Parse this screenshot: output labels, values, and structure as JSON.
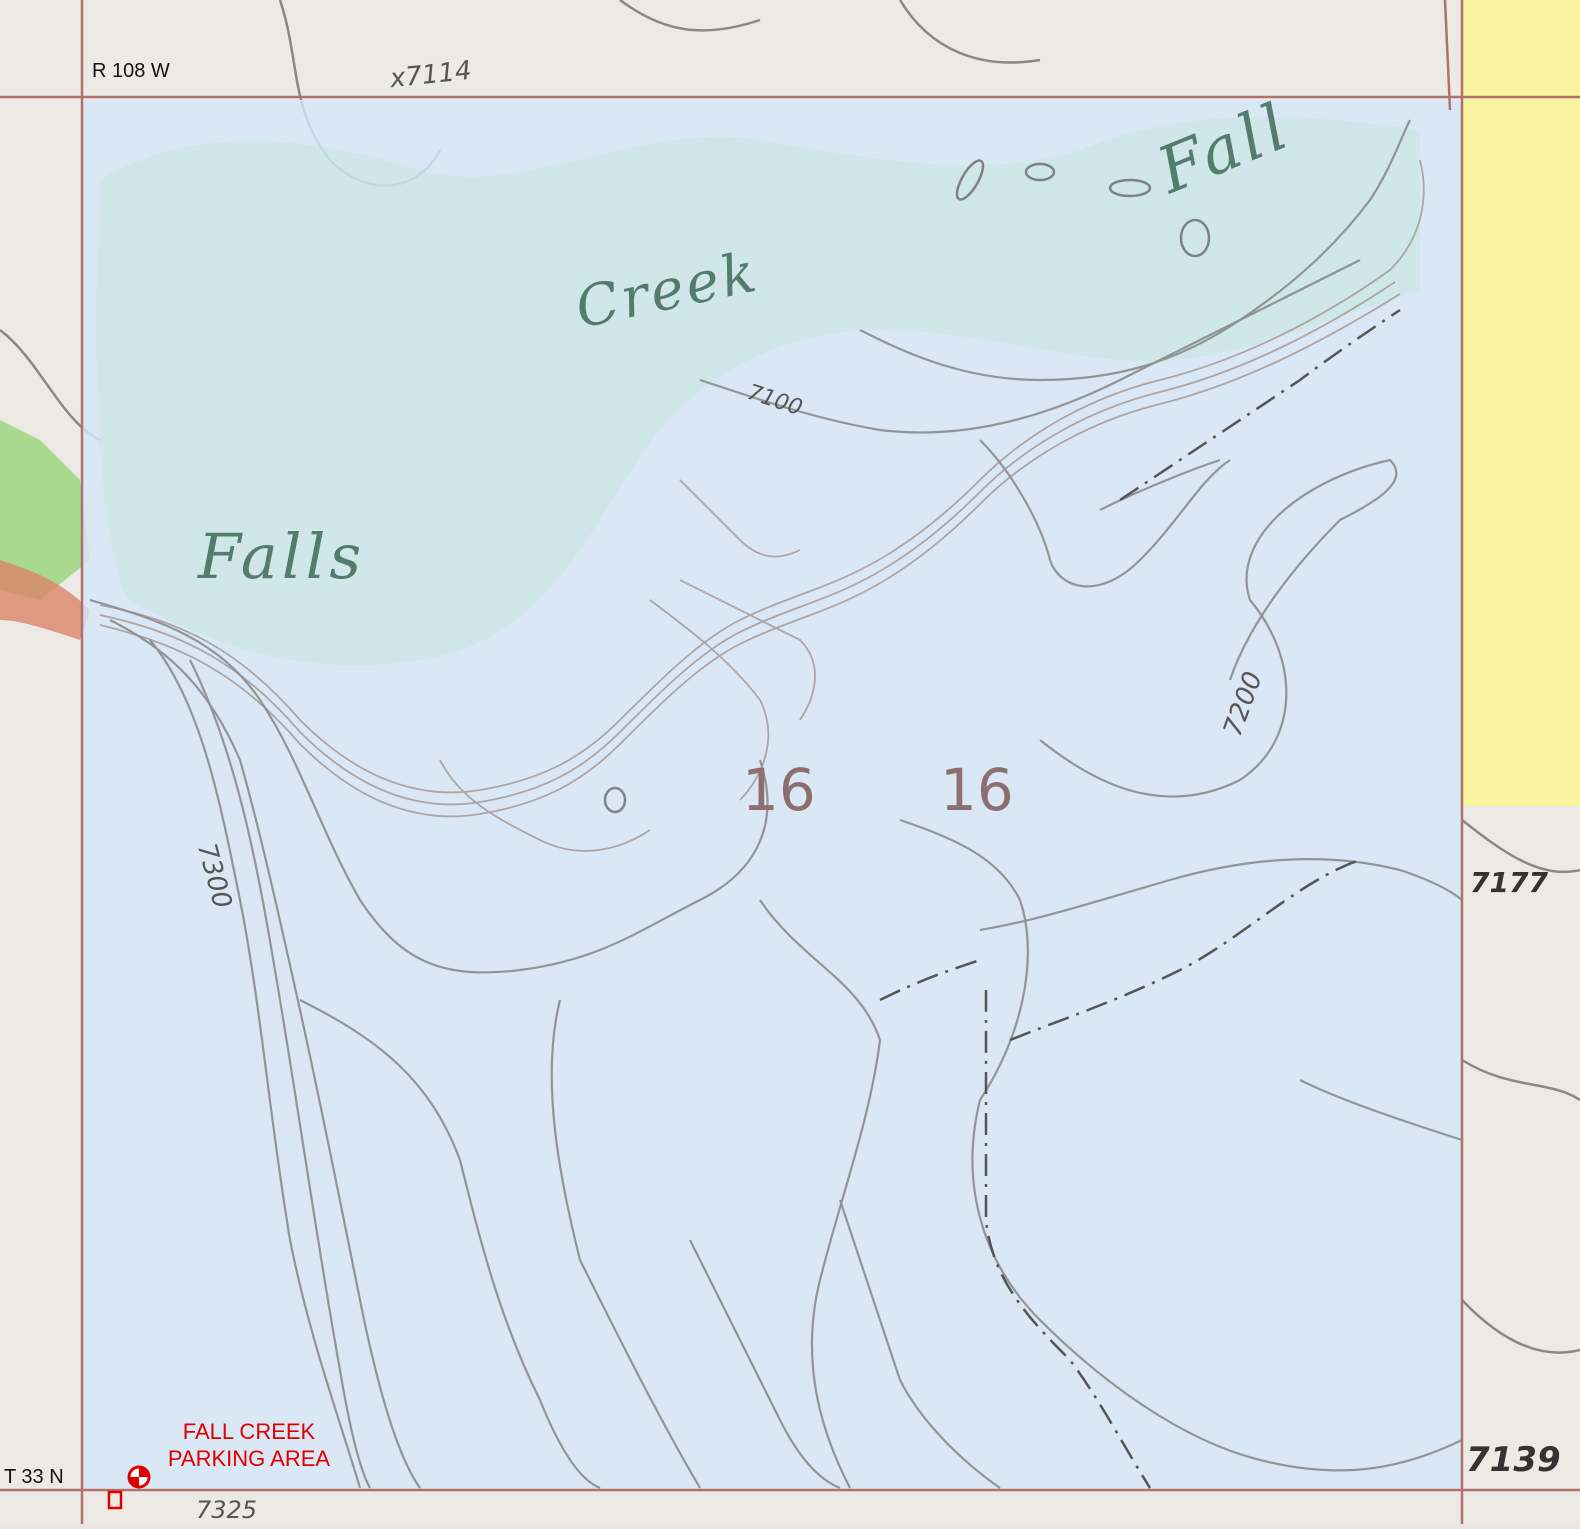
{
  "township_range": {
    "range": "R 108 W",
    "township": "T 33 N"
  },
  "map_labels": {
    "falls": "Falls",
    "creek": "Creek",
    "fall": "Fall",
    "section_left": "16",
    "section_right": "16"
  },
  "elevation_labels": {
    "e7114": "x7114",
    "e7100": "7100",
    "e7200": "7200",
    "e7300": "7300",
    "e7177": "7177",
    "e7139": "7139",
    "e7325": "7325"
  },
  "parking": {
    "line1": "FALL CREEK",
    "line2": "PARKING AREA"
  },
  "colors": {
    "overlay": "#d4e8f6",
    "vegetation": "#b9e4a8",
    "private_land": "#f8f4a0",
    "grid_line": "#b07070",
    "marker": "#e00000"
  }
}
